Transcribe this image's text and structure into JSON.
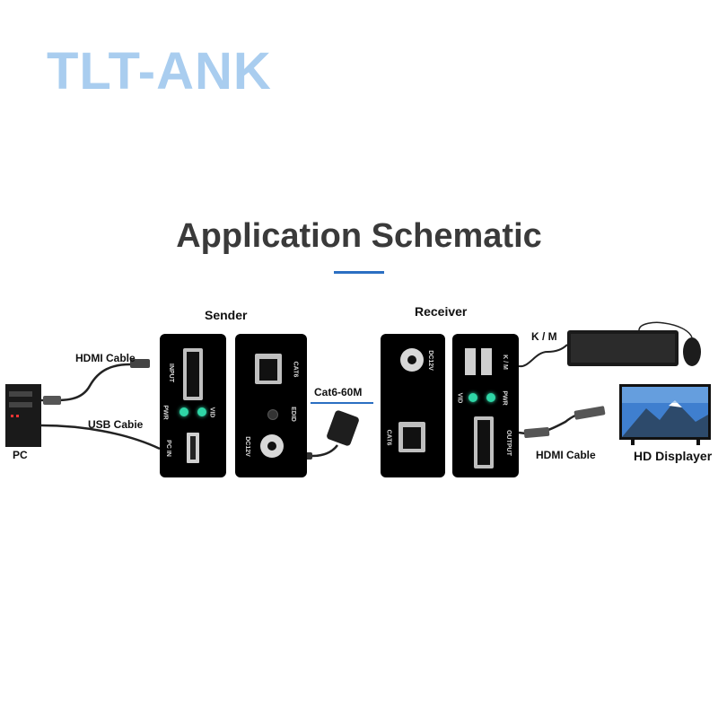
{
  "brand": "TLT-ANK",
  "title": "Application Schematic",
  "labels": {
    "sender": "Sender",
    "receiver": "Receiver",
    "hdmi_cable_in": "HDMI Cable",
    "usb_cable": "USB Cabie",
    "pc": "PC",
    "cat6": "Cat6-60M",
    "km": "K / M",
    "hdmi_cable_out": "HDMI Cable",
    "hd_displayer": "HD Displayer"
  },
  "ports": {
    "input": "INPUT",
    "pwr": "PWR",
    "vid": "VID",
    "pc_in": "PC IN",
    "cat6": "CAT6",
    "edid": "EDID",
    "dc12v": "DC12V",
    "output": "OUTPUT"
  },
  "colors": {
    "accent": "#2b6fc2",
    "led": "#2fd6a6",
    "brand": "#a9cdef"
  }
}
